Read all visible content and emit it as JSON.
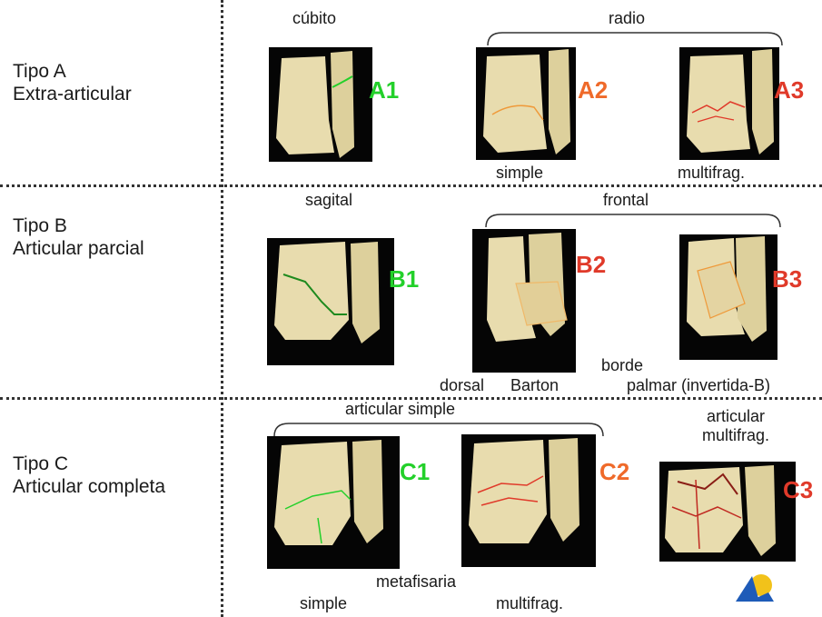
{
  "rows": [
    {
      "title": "Tipo A",
      "subtitle": "Extra-articular"
    },
    {
      "title": "Tipo B",
      "subtitle": "Articular parcial"
    },
    {
      "title": "Tipo C",
      "subtitle": "Articular completa"
    }
  ],
  "row_a": {
    "cubito": "cúbito",
    "radio": "radio",
    "simple": "simple",
    "multifrag": "multifrag.",
    "codes": [
      "A1",
      "A2",
      "A3"
    ]
  },
  "row_b": {
    "sagital": "sagital",
    "frontal": "frontal",
    "borde": "borde",
    "dorsal": "dorsal",
    "barton": "Barton",
    "palmar": "palmar (invertida-B)",
    "codes": [
      "B1",
      "B2",
      "B3"
    ]
  },
  "row_c": {
    "articular_simple": "articular simple",
    "articular_multifrag_1": "articular",
    "articular_multifrag_2": "multifrag.",
    "metafisaria": "metafisaria",
    "simple": "simple",
    "multifrag": "multifrag.",
    "codes": [
      "C1",
      "C2",
      "C3"
    ]
  },
  "colors": {
    "green": "#23d02a",
    "orange": "#ef6a2a",
    "red": "#e03a2a",
    "bone": "#e8dcae",
    "background": "#050505"
  },
  "icons": [
    "bone-illustration",
    "logo-icon"
  ]
}
